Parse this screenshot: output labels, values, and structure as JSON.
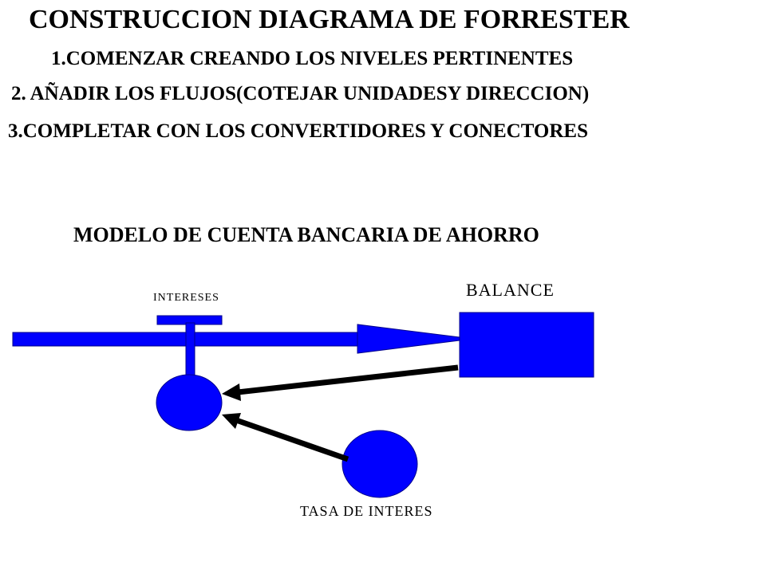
{
  "header": {
    "title": "CONSTRUCCION DIAGRAMA DE FORRESTER",
    "steps": [
      "1.COMENZAR CREANDO LOS NIVELES PERTINENTES",
      "2. AÑADIR LOS FLUJOS(COTEJAR UNIDADESY DIRECCION)",
      "3.COMPLETAR CON LOS CONVERTIDORES Y CONECTORES"
    ]
  },
  "diagram": {
    "title": "MODELO DE CUENTA BANCARIA DE AHORRO",
    "stock_label": "BALANCE",
    "flow_label": "INTERESES",
    "converter_label": "TASA DE INTERES",
    "colors": {
      "element_fill": "#0000ff",
      "element_stroke": "#00008b",
      "connector": "#000000"
    }
  }
}
